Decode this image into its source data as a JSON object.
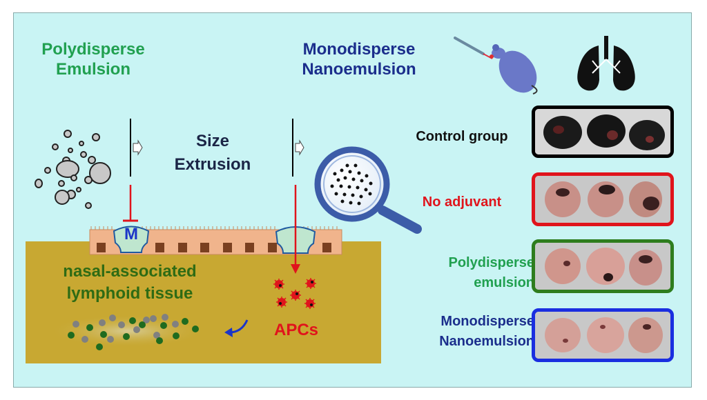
{
  "titles": {
    "poly_line1": "Polydisperse",
    "poly_line2": "Emulsion",
    "mono_line1": "Monodisperse",
    "mono_line2": "Nanoemulsion",
    "size_line1": "Size",
    "size_line2": "Extrusion"
  },
  "tissue": {
    "m_cell": "M",
    "line1": "nasal-associated",
    "line2": "lymphoid tissue",
    "apcs": "APCs"
  },
  "results": [
    {
      "label_line1": "Control group",
      "label_line2": "",
      "color": "#111111",
      "frame": "#000000",
      "appearance": "dark"
    },
    {
      "label_line1": "No adjuvant",
      "label_line2": "",
      "color": "#e0141c",
      "frame": "#e0141c",
      "appearance": "spotted"
    },
    {
      "label_line1": "Polydisperse",
      "label_line2": "emulsion",
      "color": "#21a050",
      "frame": "#2e7d1e",
      "appearance": "mostly-healthy"
    },
    {
      "label_line1": "Monodisperse",
      "label_line2": "Nanoemulsion",
      "color": "#1b2e8c",
      "frame": "#1a2ee0",
      "appearance": "healthy"
    }
  ],
  "icons": [
    "syringe-icon",
    "mouse-icon",
    "lungs-icon",
    "magnifier-icon",
    "curved-arrow-icon"
  ],
  "colors": {
    "background": "#c9f4f4",
    "tissue": "#c8a832",
    "epithelium": "#f0b48c",
    "arrow": "#e0141c"
  }
}
